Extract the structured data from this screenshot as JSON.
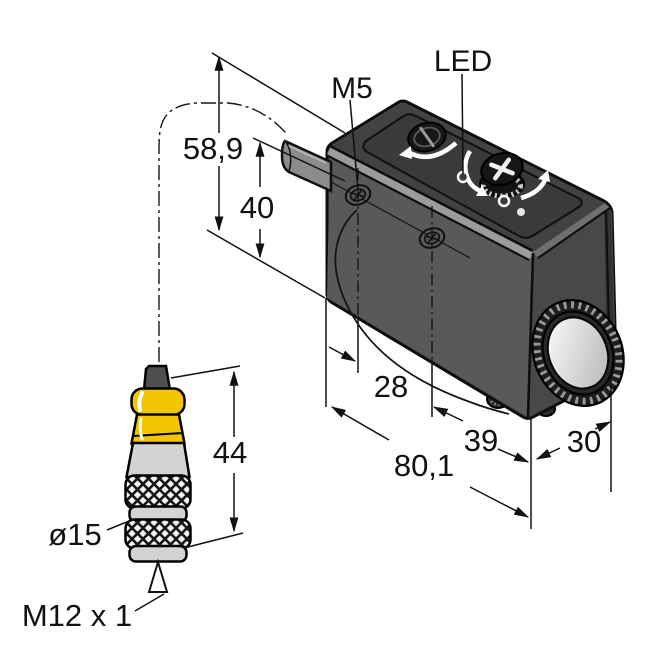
{
  "drawing": {
    "labels": {
      "led": "LED",
      "mounting_thread": "M5",
      "connector_diameter": "ø15",
      "connector_thread": "M12 x 1"
    },
    "dimensions": {
      "overall_height": "58,9",
      "cable_height": "40",
      "hole_spacing": "28",
      "hole_to_front": "39",
      "overall_length": "80,1",
      "depth": "30",
      "connector_length": "44"
    },
    "colors": {
      "background": "#FFFFFF",
      "line": "#111111",
      "housing_top": "#424242",
      "housing_side": "#595959",
      "housing_front": "#484848",
      "connector_boot_yellow": "#F5C400",
      "connector_metal_gray": "#D3D3D3",
      "cable_gray": "#8C8C8C"
    }
  }
}
